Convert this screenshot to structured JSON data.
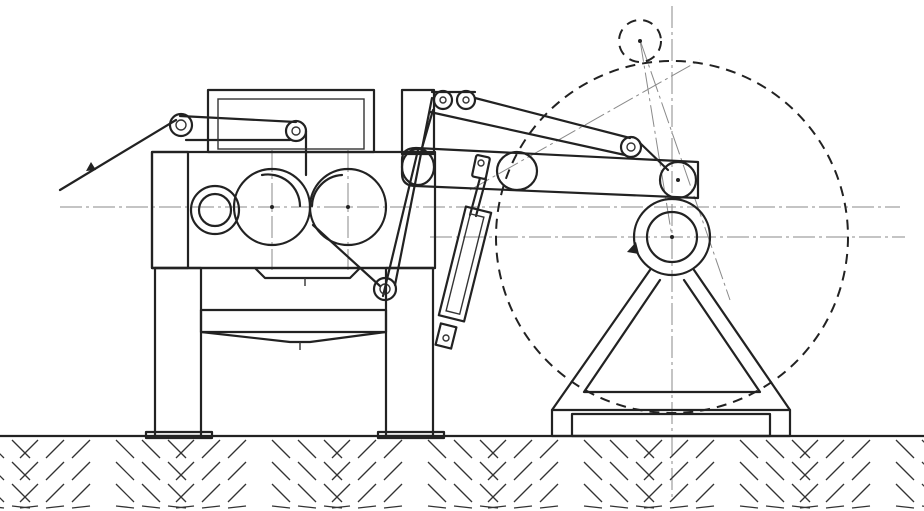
{
  "drawing": {
    "components": [
      "feed-belt",
      "press-frame",
      "press-roller-left",
      "press-roller-right",
      "small-roller",
      "frame-legs",
      "hydraulic-cylinder",
      "swing-arm",
      "take-up-roll-path",
      "winding-roll",
      "a-frame-stand",
      "floor-hatching"
    ],
    "colors": {
      "line": "#222222",
      "centerline": "#8a8a8a",
      "background": "#ffffff"
    }
  }
}
